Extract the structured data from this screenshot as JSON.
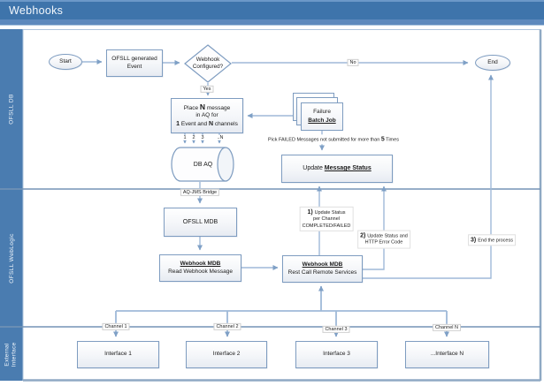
{
  "title": "Webhooks",
  "colors": {
    "title_bar": "#3E74AB",
    "title_strip": "#5D89BD",
    "lane_fill": "#4A7CB0",
    "shape_border": "#7E9CC0",
    "connector": "#9FB9D8"
  },
  "lanes": [
    {
      "label": "OFSLL DB"
    },
    {
      "label": "OFSLL WebLogic"
    },
    {
      "label": "External Interface"
    }
  ],
  "nodes": {
    "start": "Start",
    "end": "End",
    "event": "OFSLL generated Event",
    "decision": "Webhook Configured?",
    "place": {
      "l1a": "Place ",
      "l1n": "N",
      "l1b": " message",
      "l2": "in AQ for",
      "l3a": "1",
      "l3b": " Event and ",
      "l3n": "N",
      "l3c": " channels"
    },
    "failure": {
      "line1": "Failure",
      "line2": "Batch Job"
    },
    "pick_note": {
      "a": "Pick FAILED Messages not submitted for more than ",
      "n": "5",
      "b": " Times"
    },
    "update": {
      "a": "Update ",
      "u": "Message Status"
    },
    "db_aq": "DB AQ",
    "aq_jms": "AQ-JMS Bridge",
    "ofsll_mdb": "OFSLL MDB",
    "read_mdb": {
      "title": "Webhook MDB",
      "subtitle": "Read Webhook Message"
    },
    "rest_mdb": {
      "title": "Webhook MDB",
      "subtitle": "Rest Call Remote Services"
    },
    "interfaces": [
      "Interface 1",
      "Interface 2",
      "Interface 3",
      "...Interface N"
    ]
  },
  "edge_labels": {
    "yes": "Yes",
    "no": "No",
    "queue_nums": [
      "1",
      "2",
      "3",
      "..N"
    ],
    "note1": {
      "num": "1) ",
      "l1": "Update Status",
      "l2": "per Channel",
      "l3": "COMPLETED/FAILED"
    },
    "note2": {
      "num": "2) ",
      "l1": "Update Status and",
      "l2": "HTTP Error Code"
    },
    "note3": {
      "num": "3) ",
      "l1": "End the process"
    },
    "channels": [
      "Channel 1",
      "Channel 2",
      "Channel 3",
      "Channel N"
    ]
  }
}
